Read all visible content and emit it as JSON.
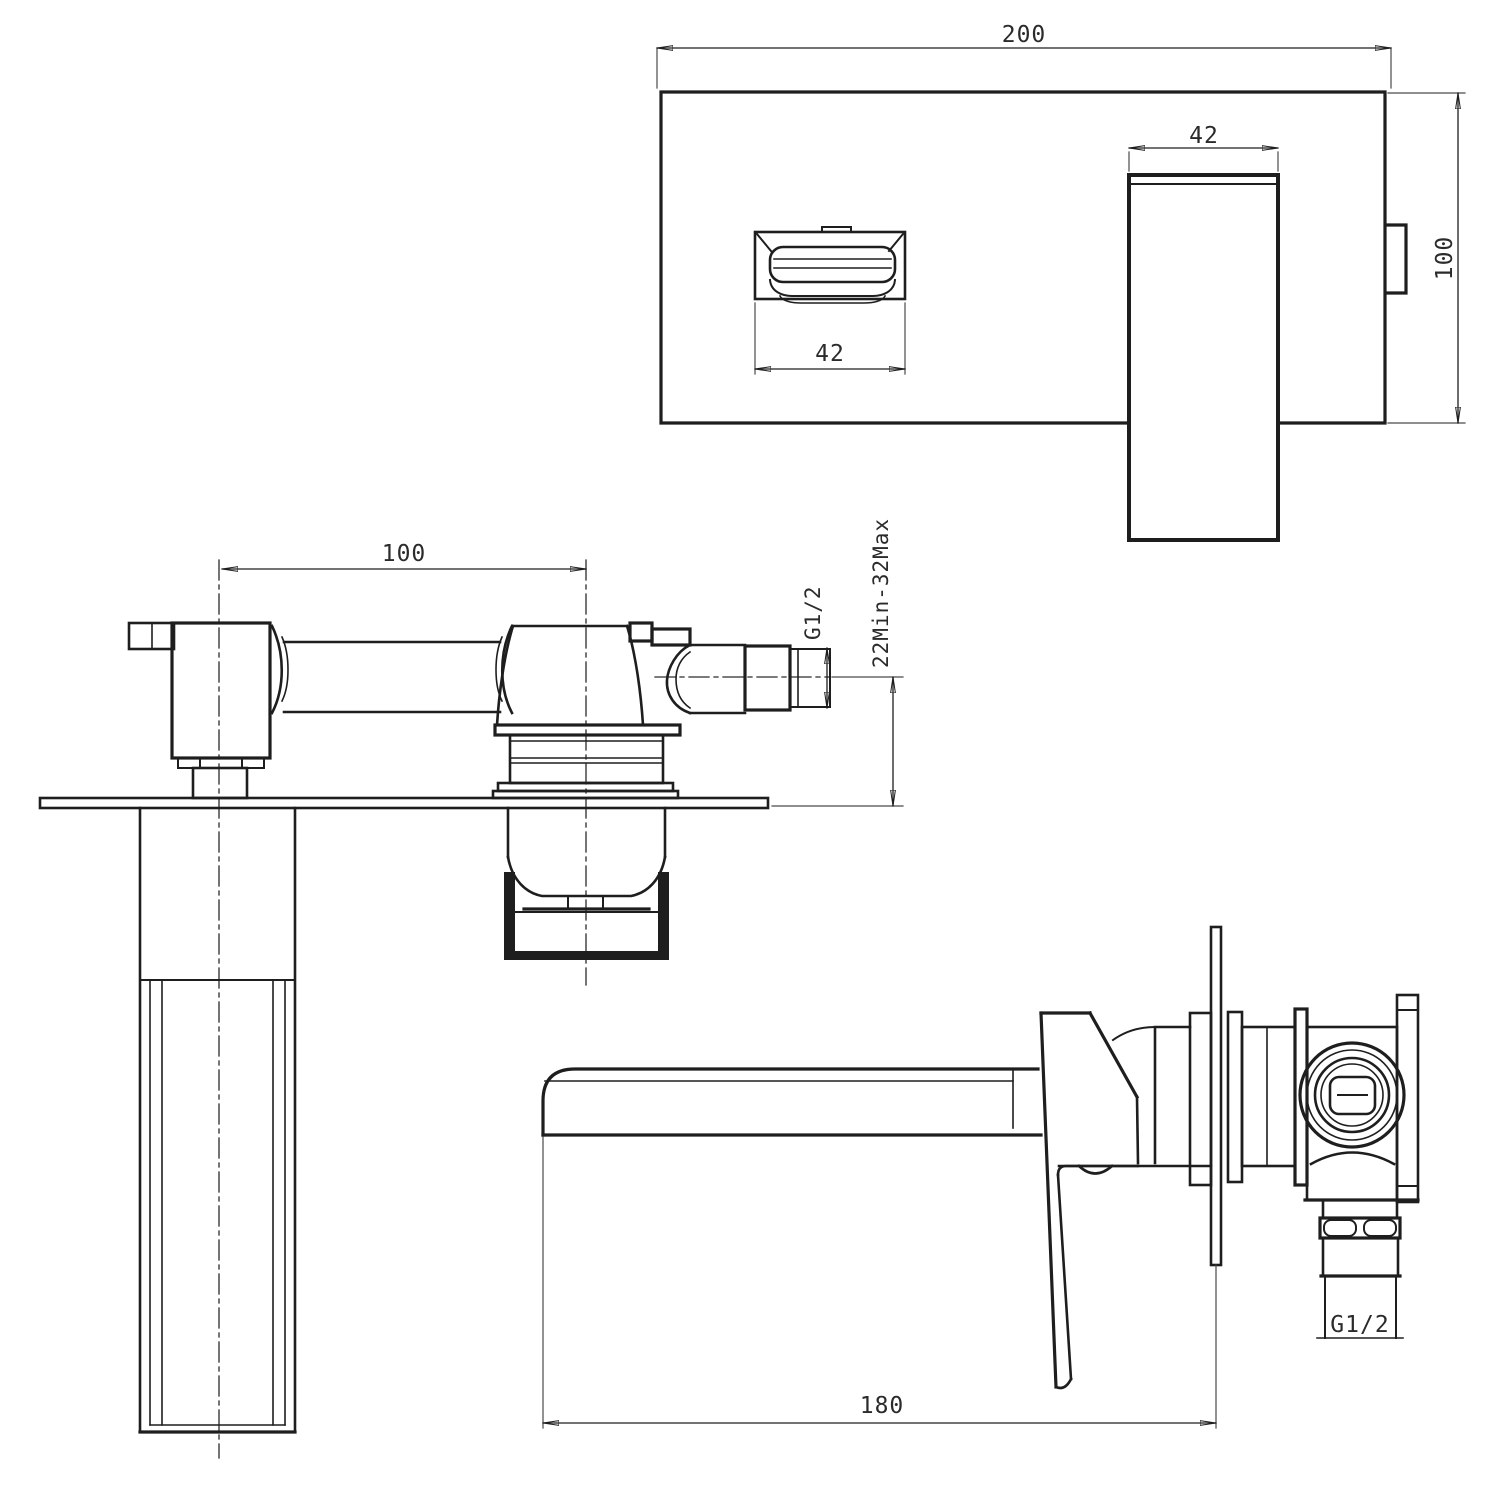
{
  "page": {
    "background_color": "#ffffff",
    "line_color": "#1e1e1e",
    "description": "Technical dimension drawing of a wall-mounted basin mixer tap (three orthographic views)"
  },
  "labels": {
    "front_plate_width": "200",
    "front_handle_width": "42",
    "front_plate_height": "100",
    "front_spout_width": "42",
    "plan_spout_projection": "100",
    "plan_inlet_thread": "G1/2",
    "plan_wall_thickness_range": "22Min-32Max",
    "side_spout_reach": "180",
    "side_outlet_thread": "G1/2"
  }
}
